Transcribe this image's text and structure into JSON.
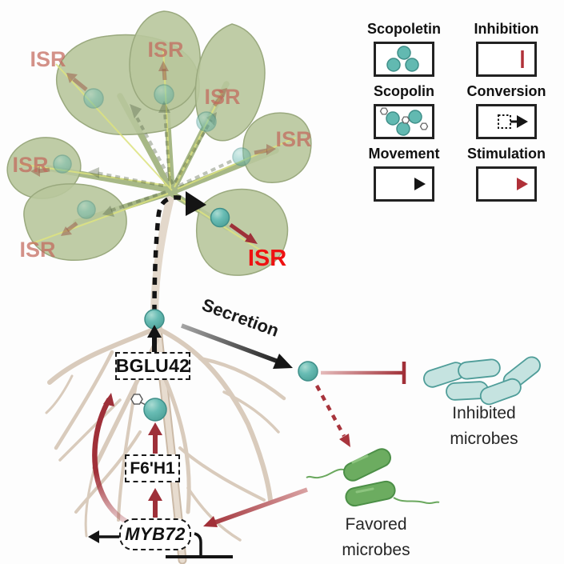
{
  "colors": {
    "teal_ball": "#62b9b1",
    "teal_ball_stroke": "#3f8f89",
    "leaf_green": "#b8c79c",
    "leaf_stroke": "#9aa97e",
    "root_beige": "#ddd0c2",
    "red_arrow": "#9e3039",
    "isr_red": "#ee1212",
    "isr_faded": "#c3685c",
    "favored_green": "#6cac60",
    "inhibited_teal": "#c5e3e0",
    "black": "#1a1a1a"
  },
  "legend": {
    "items": [
      {
        "label": "Scopoletin",
        "icon": "scopoletin-molecules-icon"
      },
      {
        "label": "Inhibition",
        "icon": "inhibition-arrow-icon"
      },
      {
        "label": "Scopolin",
        "icon": "scopolin-molecules-icon"
      },
      {
        "label": "Conversion",
        "icon": "conversion-arrow-icon"
      },
      {
        "label": "Movement",
        "icon": "movement-arrow-icon"
      },
      {
        "label": "Stimulation",
        "icon": "stimulation-arrow-icon"
      }
    ]
  },
  "plant": {
    "isr_active": "ISR",
    "isr_faded": [
      "ISR",
      "ISR",
      "ISR",
      "ISR",
      "ISR",
      "ISR"
    ]
  },
  "process": {
    "secretion": "Secretion"
  },
  "genes": {
    "bglu42": "BGLU42",
    "f6h1": "F6'H1",
    "myb72": "MYB72"
  },
  "microbes": {
    "inhibited": {
      "line1": "Inhibited",
      "line2": "microbes"
    },
    "favored": {
      "line1": "Favored",
      "line2": "microbes"
    }
  }
}
